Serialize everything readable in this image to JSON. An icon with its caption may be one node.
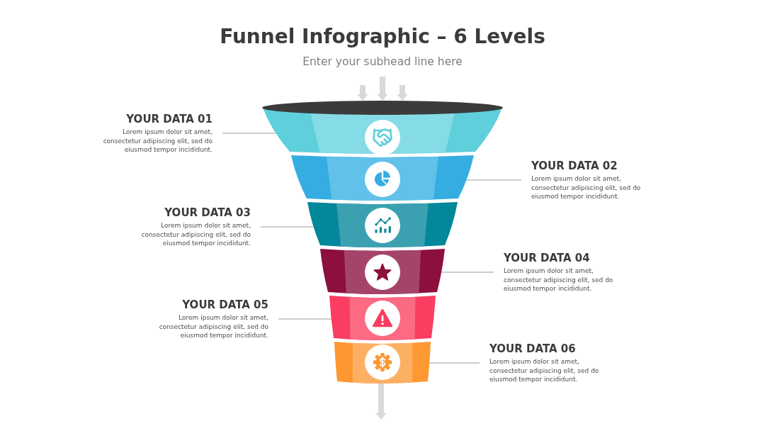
{
  "diagram": {
    "title": "Funnel Infographic – 6 Levels",
    "nodes": [
      {
        "text": [],
        "shape": "ellipse"
      },
      {
        "text": [],
        "shape": "trapezoid"
      },
      {
        "text": [],
        "shape": "trapezoid"
      },
      {
        "text": [],
        "shape": "trapezoid"
      },
      {
        "text": [],
        "shape": "trapezoid"
      },
      {
        "text": [],
        "shape": "trapezoid"
      },
      {
        "text": [],
        "shape": "trapezoid"
      },
      {
        "text": [
          "YOUR DATA 01",
          "Lorem ipsum dolor sit amet, consectetur adipiscing elit, sed do eiusmod tempor incididunt."
        ]
      },
      {
        "text": [
          "YOUR DATA 02",
          "Lorem ipsum dolor sit amet, consectetur adipiscing elit, sed do eiusmod tempor incididunt."
        ]
      },
      {
        "text": [
          "YOUR DATA 03",
          "Lorem ipsum dolor sit amet, consectetur adipiscing elit, sed do eiusmod tempor incididunt."
        ]
      },
      {
        "text": [
          "YOUR DATA 04",
          "Lorem ipsum dolor sit amet, consectetur adipiscing elit, sed do eiusmod tempor incididunt."
        ]
      },
      {
        "text": [
          "YOUR DATA 05",
          "Lorem ipsum dolor sit amet, consectetur adipiscing elit, sed do eiusmod tempor incididunt."
        ]
      },
      {
        "text": [
          "YOUR DATA 06",
          "Lorem ipsum dolor sit amet, consectetur adipiscing elit, sed do eiusmod tempor incididunt."
        ]
      }
    ],
    "edges": [
      {
        "from": null,
        "to": 0,
        "arrow": "to",
        "style": "thick",
        "color": "#d9d9d9"
      },
      {
        "from": null,
        "to": 0,
        "arrow": "to",
        "style": "thick",
        "color": "#d9d9d9"
      },
      {
        "from": null,
        "to": 0,
        "arrow": "to",
        "style": "thick",
        "color": "#d9d9d9"
      },
      {
        "from": 7,
        "to": 1,
        "arrow": "none"
      },
      {
        "from": 8,
        "to": 2,
        "arrow": "none"
      },
      {
        "from": 9,
        "to": 3,
        "arrow": "none"
      },
      {
        "from": 10,
        "to": 4,
        "arrow": "none"
      },
      {
        "from": 11,
        "to": 5,
        "arrow": "none"
      },
      {
        "from": 12,
        "to": 6,
        "arrow": "none"
      },
      {
        "from": 6,
        "to": null,
        "arrow": "to",
        "style": "thick",
        "color": "#d9d9d9"
      }
    ],
    "labels": [
      "Enter your subhead line here"
    ]
  }
}
